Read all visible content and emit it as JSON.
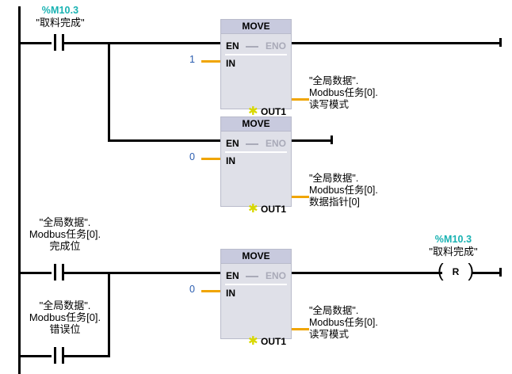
{
  "diagram": {
    "type": "ladder-logic",
    "language": "LAD",
    "accent_address_color": "#19b2b2",
    "literal_color": "#2a5db0",
    "stub_color": "#f0a500",
    "block_header_color": "#c8cade",
    "block_body_color": "#dfe0e8"
  },
  "rung1": {
    "contact": {
      "address": "%M10.3",
      "symbol": "\"取料完成\"",
      "type": "normally-open"
    },
    "move1": {
      "title": "MOVE",
      "en": "EN",
      "eno": "ENO",
      "in_label": "IN",
      "in_value": "1",
      "out_label": "OUT1",
      "out_icon": "asterisk-icon",
      "out_operand": [
        "\"全局数据\".",
        "Modbus任务[0].",
        "读写模式"
      ]
    },
    "move2": {
      "title": "MOVE",
      "en": "EN",
      "eno": "ENO",
      "in_label": "IN",
      "in_value": "0",
      "out_label": "OUT1",
      "out_icon": "asterisk-icon",
      "out_operand": [
        "\"全局数据\".",
        "Modbus任务[0].",
        "数据指针[0]"
      ]
    }
  },
  "rung2": {
    "contact_done": {
      "operand": [
        "\"全局数据\".",
        "Modbus任务[0].",
        "完成位"
      ],
      "type": "normally-open"
    },
    "contact_error": {
      "operand": [
        "\"全局数据\".",
        "Modbus任务[0].",
        "错误位"
      ],
      "type": "normally-open"
    },
    "move3": {
      "title": "MOVE",
      "en": "EN",
      "eno": "ENO",
      "in_label": "IN",
      "in_value": "0",
      "out_label": "OUT1",
      "out_icon": "asterisk-icon",
      "out_operand": [
        "\"全局数据\".",
        "Modbus任务[0].",
        "读写模式"
      ]
    },
    "coil": {
      "address": "%M10.3",
      "symbol": "\"取料完成\"",
      "letter": "R",
      "type": "reset-coil"
    }
  }
}
